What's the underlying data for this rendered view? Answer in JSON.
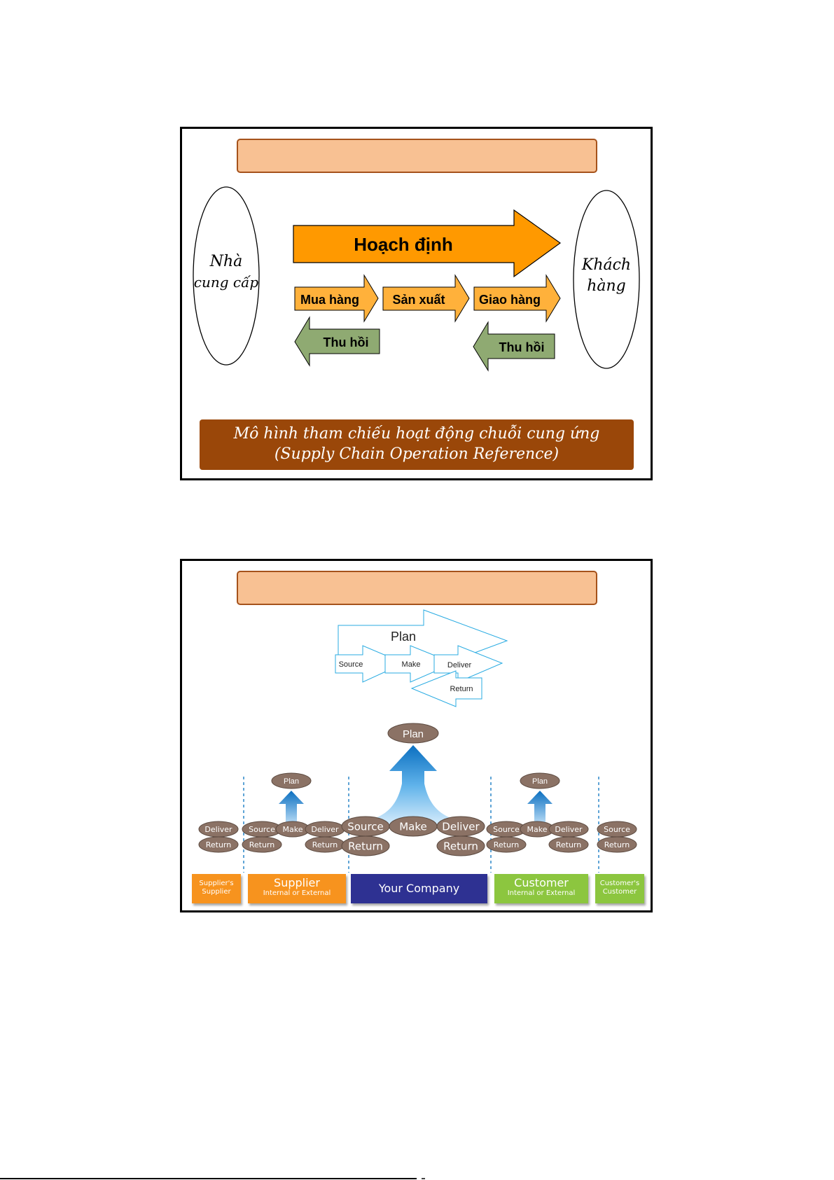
{
  "slide1": {
    "title": "",
    "plan_arrow": {
      "label": "Hoạch định",
      "color": "#ff9900"
    },
    "left_ellipse": {
      "line1": "Nhà",
      "line2": "cung cấp"
    },
    "right_ellipse": {
      "line1": "Khách",
      "line2": "hàng"
    },
    "process_arrows": [
      {
        "label": "Mua hàng",
        "direction": "right",
        "color": "#ffb13b"
      },
      {
        "label": "Sản xuất",
        "direction": "right",
        "color": "#ffb13b"
      },
      {
        "label": "Giao hàng",
        "direction": "right",
        "color": "#ffb13b"
      }
    ],
    "return_arrows": [
      {
        "label": "Thu hồi",
        "direction": "left",
        "color": "#8faa72"
      },
      {
        "label": "Thu hồi",
        "direction": "left",
        "color": "#8faa72"
      }
    ],
    "banner": {
      "line1": "Mô hình tham chiếu hoạt động chuỗi cung ứng",
      "line2": "(Supply Chain Operation Reference)",
      "color": "#9a4709"
    },
    "title_bar_color": "#f8c193"
  },
  "slide2": {
    "title": "",
    "outline_diagram": {
      "plan": "Plan",
      "source": "Source",
      "make": "Make",
      "deliver": "Deliver",
      "return": "Return",
      "stroke_color": "#29abe2"
    },
    "scor_chain": {
      "center_plan": "Plan",
      "supplier_plan": "Plan",
      "customer_plan": "Plan",
      "nodes": {
        "ss_deliver": "Deliver",
        "ss_return": "Return",
        "sup_source": "Source",
        "sup_make": "Make",
        "sup_deliver": "Deliver",
        "sup_return_left": "Return",
        "sup_return_right": "Return",
        "yc_source": "Source",
        "yc_make": "Make",
        "yc_deliver": "Deliver",
        "yc_return_left": "Return",
        "yc_return_right": "Return",
        "cus_source": "Source",
        "cus_make": "Make",
        "cus_deliver": "Deliver",
        "cus_return_left": "Return",
        "cus_return_right": "Return",
        "cc_source": "Source",
        "cc_return": "Return"
      },
      "node_color": "#8b7265",
      "arrow_color": "#1a7fd0"
    },
    "bands": [
      {
        "line1": "Supplier's",
        "line2": "Supplier",
        "color": "#f7931e"
      },
      {
        "title": "Supplier",
        "subtitle": "Internal or External",
        "color": "#f7931e"
      },
      {
        "title": "Your Company",
        "color": "#2e3192"
      },
      {
        "title": "Customer",
        "subtitle": "Internal or External",
        "color": "#8cc63f"
      },
      {
        "line1": "Customer's",
        "line2": "Customer",
        "color": "#8cc63f"
      }
    ]
  }
}
